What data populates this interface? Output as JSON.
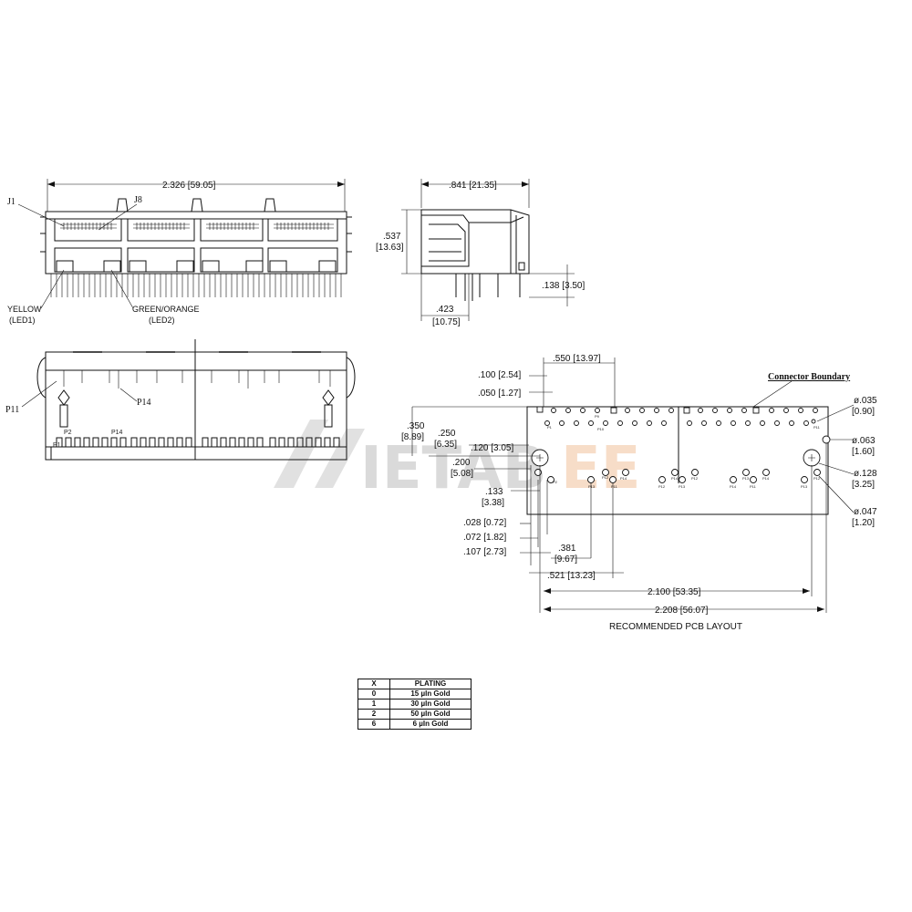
{
  "front_view": {
    "width_dim": "2.326 [59.05]",
    "label_j1": "J1",
    "label_j8": "J8",
    "label_yellow": "YELLOW",
    "label_led1": "(LED1)",
    "label_green": "GREEN/ORANGE",
    "label_led2": "(LED2)"
  },
  "side_view": {
    "depth_dim": ".841 [21.35]",
    "height_dim_in": ".537",
    "height_dim_mm": "[13.63]",
    "pin_dim": ".138 [3.50]",
    "base_dim_in": ".423",
    "base_dim_mm": "[10.75]"
  },
  "bottom_view": {
    "label_p11": "P11",
    "label_p14": "P14",
    "label_p1": "P1",
    "label_p2": "P2",
    "label_p14b": "P14"
  },
  "pcb_layout": {
    "title": "RECOMMENDED PCB LAYOUT",
    "connector_boundary": "Connector Boundary",
    "dims": {
      "d550": ".550 [13.97]",
      "d100": ".100 [2.54]",
      "d050": ".050 [1.27]",
      "d350_in": ".350",
      "d350_mm": "[8.89]",
      "d250_in": ".250",
      "d250_mm": "[6.35]",
      "d120": ".120 [3.05]",
      "d200_in": ".200",
      "d200_mm": "[5.08]",
      "d133_in": ".133",
      "d133_mm": "[3.38]",
      "d028": ".028 [0.72]",
      "d072": ".072 [1.82]",
      "d107": ".107 [2.73]",
      "d381_in": ".381",
      "d381_mm": "[9.67]",
      "d521": ".521 [13.23]",
      "d2100": "2.100 [53.35]",
      "d2208": "2.208 [56.07]",
      "phi035": "ø.035",
      "phi035_mm": "[0.90]",
      "phi063": "ø.063",
      "phi063_mm": "[1.60]",
      "phi128": "ø.128",
      "phi128_mm": "[3.25]",
      "phi047": "ø.047",
      "phi047_mm": "[1.20]"
    },
    "pin_labels": [
      "P1",
      "P2",
      "P9",
      "P10",
      "P12",
      "P13",
      "P14",
      "P11",
      "P12",
      "P14",
      "P13",
      "P12",
      "P14",
      "P13",
      "P11",
      "P14",
      "P13",
      "P12",
      "P11"
    ]
  },
  "plating_table": {
    "headers": [
      "X",
      "PLATING"
    ],
    "rows": [
      {
        "x": "0",
        "plating": "15 µIn Gold"
      },
      {
        "x": "1",
        "plating": "30 µIn Gold"
      },
      {
        "x": "2",
        "plating": "50 µIn Gold"
      },
      {
        "x": "6",
        "plating": "6 µIn Gold"
      }
    ]
  },
  "watermark": {
    "text": "YIETABEE",
    "colors": [
      "#c0c0c0",
      "#f0c7a6"
    ]
  }
}
